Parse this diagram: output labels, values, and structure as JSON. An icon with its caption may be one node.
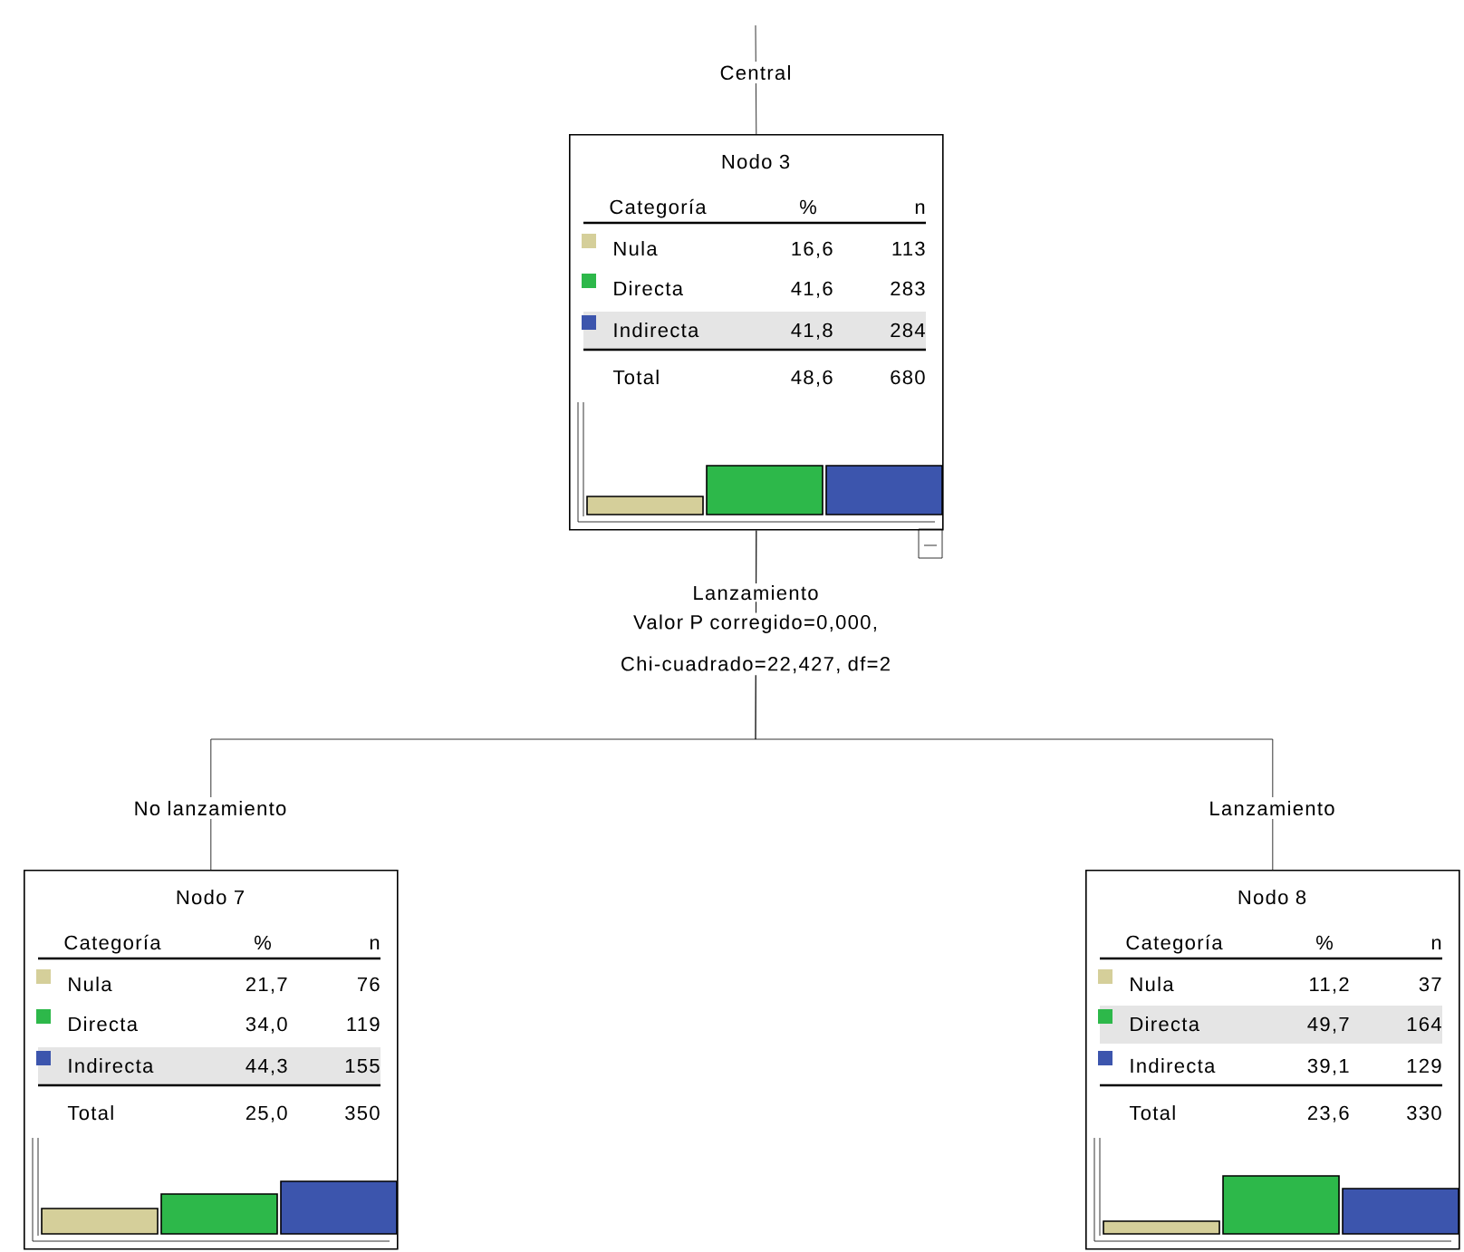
{
  "diagram": {
    "nodes": [
      {
        "text": [
          "Nodo 3",
          "Categoría",
          "%",
          "n",
          "Nula",
          "16,6",
          "113",
          "Directa",
          "41,6",
          "283",
          "Indirecta",
          "41,8",
          "284",
          "Total",
          "48,6",
          "680"
        ],
        "beside": [
          "Lanzamiento",
          "Valor P corregido=0,000, Chi-cuadrado=22,427, df=2"
        ]
      },
      {
        "text": [
          "Nodo 7",
          "Categoría",
          "%",
          "n",
          "Nula",
          "21,7",
          "76",
          "Directa",
          "34,0",
          "119",
          "Indirecta",
          "44,3",
          "155",
          "Total",
          "25,0",
          "350"
        ]
      },
      {
        "text": [
          "Nodo 8",
          "Categoría",
          "%",
          "n",
          "Nula",
          "11,2",
          "37",
          "Directa",
          "49,7",
          "164",
          "Indirecta",
          "39,1",
          "129",
          "Total",
          "23,6",
          "330"
        ]
      }
    ],
    "edges": [
      {
        "from": null,
        "to": 0,
        "arrow": "none",
        "label": "Central"
      },
      {
        "from": 0,
        "to": 1,
        "arrow": "none",
        "label": "No lanzamiento"
      },
      {
        "from": 0,
        "to": 2,
        "arrow": "none",
        "label": "Lanzamiento"
      }
    ]
  }
}
